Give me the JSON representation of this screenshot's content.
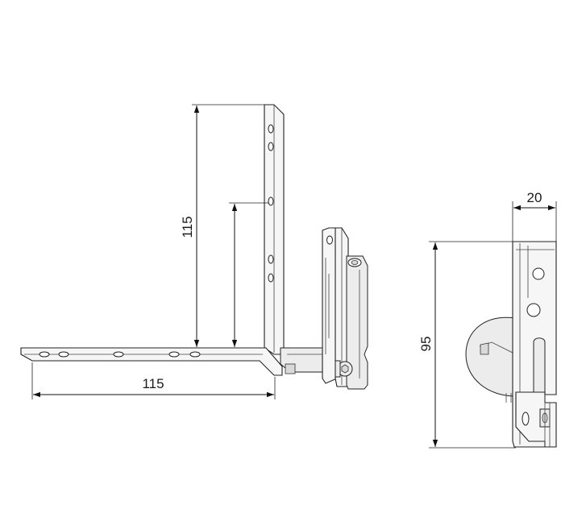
{
  "dimensions": {
    "vertical_height": "115",
    "horizontal_length": "115",
    "side_height": "95",
    "side_width": "20"
  }
}
